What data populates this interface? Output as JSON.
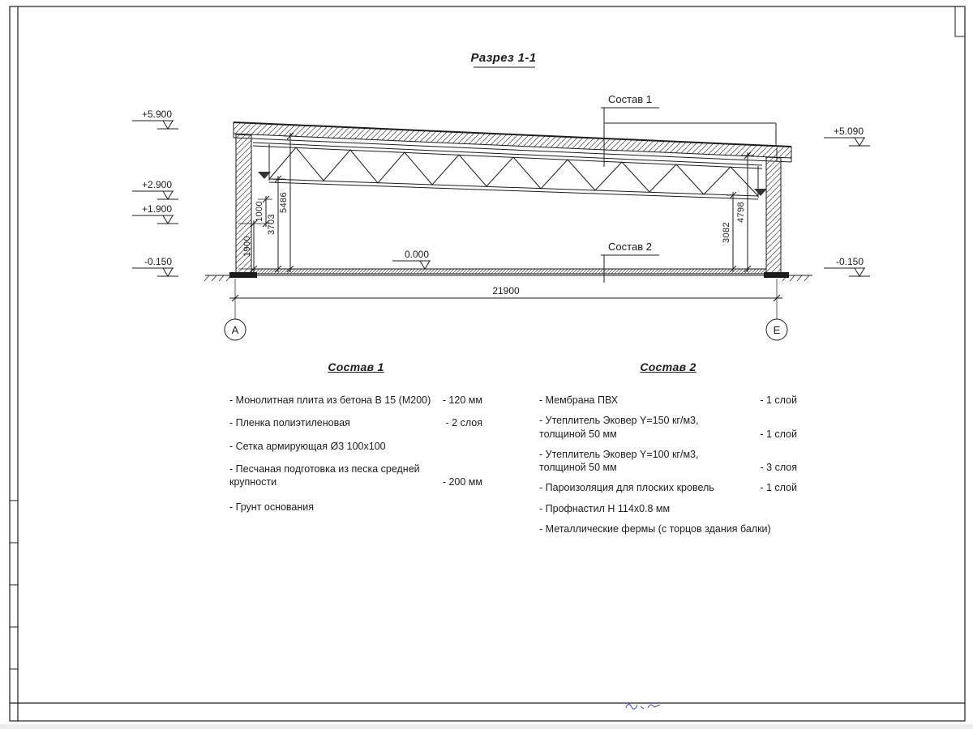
{
  "title": "Разрез 1-1",
  "section": {
    "label_sostav1": "Состав 1",
    "label_sostav2": "Состав 2",
    "level_zero": "0.000",
    "elevations": {
      "plus5900": "+5.900",
      "plus2900": "+2.900",
      "plus1900": "+1.900",
      "minus0150_left": "-0.150",
      "plus5090": "+5.090",
      "minus0150_right": "-0.150"
    },
    "dims": {
      "d1900": "1900",
      "d1000": "1000",
      "d3703": "3703",
      "d5486": "5486",
      "d3082": "3082",
      "d4798": "4798",
      "span": "21900"
    },
    "axes": {
      "left": "А",
      "right": "Е"
    }
  },
  "composition1": {
    "heading": "Состав 1",
    "items": [
      {
        "name": "- Монолитная плита из бетона В 15 (М200)",
        "value": "- 120 мм"
      },
      {
        "name": "- Пленка полиэтиленовая",
        "value": "- 2 слоя"
      },
      {
        "name": "- Сетка армирующая Ø3 100х100",
        "value": ""
      },
      {
        "name": "- Песчаная подготовка из песка средней крупности",
        "value": "- 200 мм"
      },
      {
        "name": "- Грунт основания",
        "value": ""
      }
    ]
  },
  "composition2": {
    "heading": "Состав 2",
    "items": [
      {
        "name": "- Мембрана ПВХ",
        "value": "- 1 слой"
      },
      {
        "name": "- Утеплитель Эковер Y=150 кг/м3, толщиной 50 мм",
        "value": "- 1 слой"
      },
      {
        "name": "- Утеплитель Эковер Y=100 кг/м3, толщиной 50 мм",
        "value": "- 3 слоя"
      },
      {
        "name": "- Пароизоляция для плоских кровель",
        "value": "- 1 слой"
      },
      {
        "name": "- Профнастил Н 114х0.8 мм",
        "value": ""
      },
      {
        "name": "- Металлические фермы (с торцов здания балки)",
        "value": ""
      }
    ]
  }
}
